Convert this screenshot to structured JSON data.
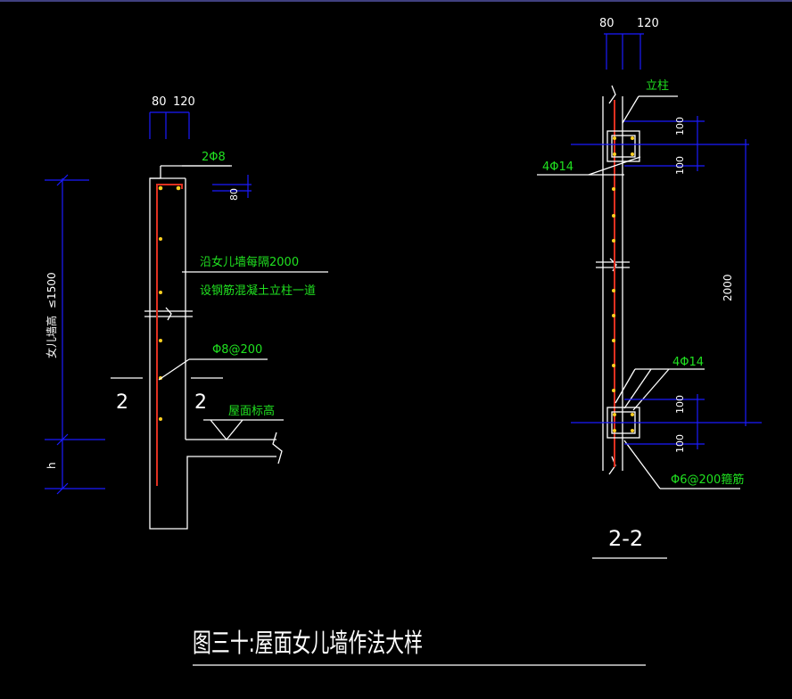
{
  "colors": {
    "background": "#000000",
    "lines": "#ffffff",
    "dimensions": "#1a1aff",
    "rebar": "#e03020",
    "labels": "#20e020",
    "dots": "#ffd020"
  },
  "left_detail": {
    "dim_80": "80",
    "dim_120": "120",
    "rebar_top": "2Φ8",
    "dim_small": "80",
    "note_line1": "沿女儿墙每隔2000",
    "note_line2": "设钢筋混凝土立柱一道",
    "rebar_dist": "Φ8@200",
    "roof_level": "屋面标高",
    "height_label": "女儿墙高",
    "height_value": "≤1500",
    "dim_lower": "h",
    "section_left": "2",
    "section_right": "2"
  },
  "right_detail": {
    "dim_80": "80",
    "dim_120": "120",
    "column_label": "立柱",
    "rebar_top": "4Φ14",
    "rebar_bottom": "4Φ14",
    "dim_100_a": "100",
    "dim_100_b": "100",
    "dim_100_c": "100",
    "dim_100_d": "100",
    "dim_2000": "2000",
    "stirrup": "Φ6@200箍筋",
    "section_title": "2-2"
  },
  "figure_title": "图三十:屋面女儿墙作法大样"
}
